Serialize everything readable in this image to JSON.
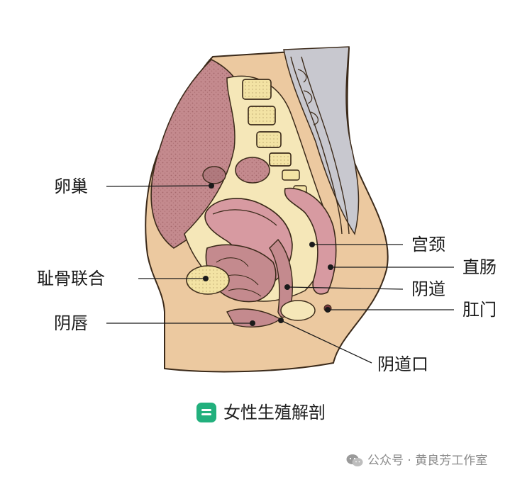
{
  "labels": {
    "ovary": "卵巢",
    "pubic_symphysis": "耻骨联合",
    "labia": "阴唇",
    "cervix": "宫颈",
    "rectum": "直肠",
    "vagina": "阴道",
    "anus": "肛门",
    "vaginal_opening": "阴道口"
  },
  "caption": {
    "icon": "note-icon",
    "text": "女性生殖解剖"
  },
  "footer": {
    "icon": "wechat-icon",
    "text": "公众号 · 黄良芳工作室"
  },
  "colors": {
    "skin": "#ecc9a0",
    "tissue": "#c48a8e",
    "organ_pink": "#d79aa1",
    "bone": "#f3e3a4",
    "peritoneum": "#f5e7b8",
    "spine_gray": "#c8c8cf",
    "leader": "#1a1a1a",
    "caption_icon": "#22b07d"
  }
}
